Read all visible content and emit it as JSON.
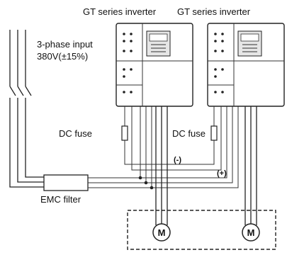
{
  "inverters": [
    {
      "label": "GT series inverter"
    },
    {
      "label": "GT series inverter"
    }
  ],
  "input": {
    "line1": "3-phase input",
    "line2": "380V(±15%)"
  },
  "fuses": [
    {
      "label": "DC fuse"
    },
    {
      "label": "DC fuse"
    }
  ],
  "bus": {
    "negative_label": "(-)",
    "positive_label": "(+)"
  },
  "filter": {
    "label": "EMC filter"
  },
  "motors": [
    {
      "label": "M"
    },
    {
      "label": "M"
    }
  ]
}
